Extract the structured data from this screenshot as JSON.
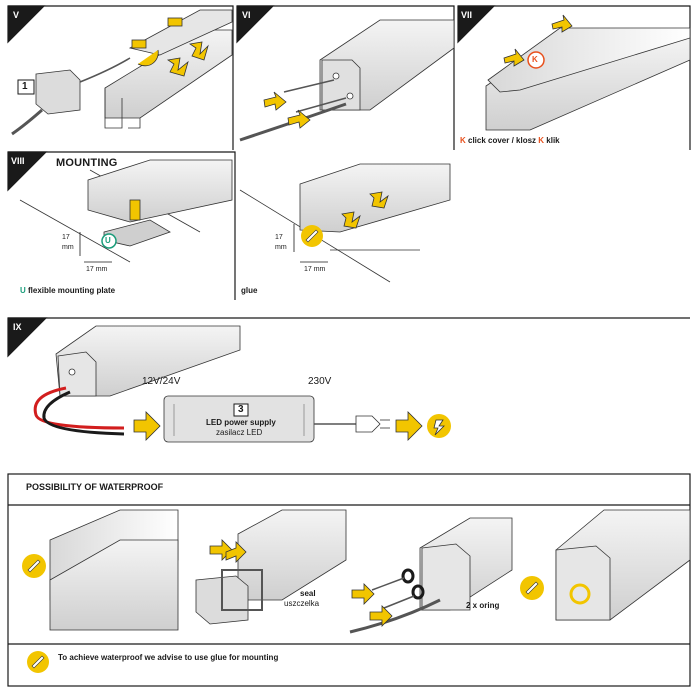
{
  "steps": {
    "v": {
      "roman": "V",
      "box_number": "1"
    },
    "vi": {
      "roman": "VI"
    },
    "vii": {
      "roman": "VII",
      "badge": "K",
      "caption_k1": "K",
      "caption_mid": " click cover / klosz ",
      "caption_k2": "K",
      "caption_end": " klik"
    },
    "viii": {
      "roman": "VIII",
      "title": "MOUNTING",
      "left": {
        "dim_v_value": "17",
        "dim_v_unit": "mm",
        "dim_h": "17 mm",
        "badge": "U",
        "caption_u": "U",
        "caption_rest": " flexible mounting plate"
      },
      "right": {
        "dim_v_value": "17",
        "dim_v_unit": "mm",
        "dim_h": "17 mm",
        "caption": "glue"
      }
    },
    "ix": {
      "roman": "IX",
      "voltage_low": "12V/24V",
      "voltage_high": "230V",
      "psu_number": "3",
      "psu_line1": "LED power supply",
      "psu_line2": "zasilacz LED"
    }
  },
  "waterproof": {
    "title": "POSSIBILITY OF WATERPROOF",
    "seal_line1": "seal",
    "seal_line2": "uszczelka",
    "oring": "2 x oring",
    "note": "To achieve waterproof we advise to use glue for mounting"
  },
  "colors": {
    "accent_yellow": "#f2c500",
    "badge_k": "#e8501c",
    "badge_u": "#1a9c7a",
    "frame": "#1a1a1a",
    "led_red": "#d21e1e"
  }
}
